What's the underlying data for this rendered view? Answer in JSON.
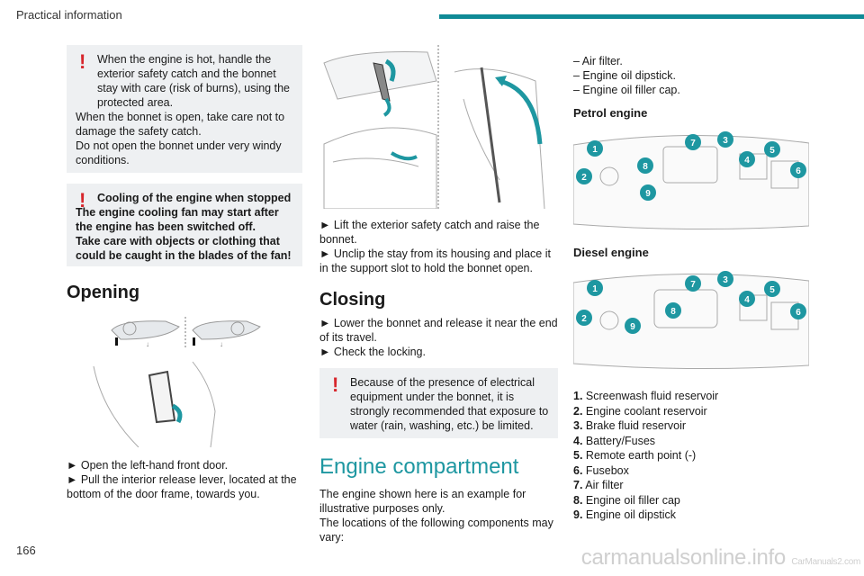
{
  "header": {
    "section": "Practical information"
  },
  "page": {
    "number": "166"
  },
  "warnings": {
    "hot_engine": [
      "When the engine is hot, handle the exterior safety catch and the bonnet stay with care (risk of burns), using the protected area.",
      "When the bonnet is open, take care not to damage the safety catch.",
      "Do not open the bonnet under very windy conditions."
    ],
    "cooling": [
      "Cooling of the engine when stopped",
      "The engine cooling fan may start after the engine has been switched off.",
      "Take care with objects or clothing that could be caught in the blades of the fan!"
    ],
    "water": [
      "Because of the presence of electrical equipment under the bonnet, it is strongly recommended that exposure to water (rain, washing, etc.) be limited."
    ]
  },
  "opening": {
    "title": "Opening",
    "steps": [
      "► Open the left-hand front door.",
      "► Pull the interior release lever, located at the bottom of the door frame, towards you."
    ],
    "bonnet_steps": [
      "► Lift the exterior safety catch and raise the bonnet.",
      "► Unclip the stay from its housing and place it in the support slot to hold the bonnet open."
    ]
  },
  "closing": {
    "title": "Closing",
    "steps": [
      "► Lower the bonnet and release it near the end of its travel.",
      "► Check the locking."
    ]
  },
  "engine": {
    "title": "Engine compartment",
    "intro": [
      "The engine shown here is an example for illustrative purposes only.",
      "The locations of the following components may vary:"
    ],
    "list": [
      "– Air filter.",
      "– Engine oil dipstick.",
      "– Engine oil filler cap."
    ],
    "petrol": "Petrol engine",
    "diesel": "Diesel engine",
    "legend": [
      {
        "n": "1.",
        "label": "Screenwash fluid reservoir"
      },
      {
        "n": "2.",
        "label": "Engine coolant reservoir"
      },
      {
        "n": "3.",
        "label": "Brake fluid reservoir"
      },
      {
        "n": "4.",
        "label": "Battery/Fuses"
      },
      {
        "n": "5.",
        "label": "Remote earth point (-)"
      },
      {
        "n": "6.",
        "label": "Fusebox"
      },
      {
        "n": "7.",
        "label": "Air filter"
      },
      {
        "n": "8.",
        "label": "Engine oil filler cap"
      },
      {
        "n": "9.",
        "label": "Engine oil dipstick"
      }
    ],
    "callouts": [
      "1",
      "2",
      "3",
      "4",
      "5",
      "6",
      "7",
      "8",
      "9"
    ]
  },
  "watermark": {
    "main": "carmanualsonline.info",
    "small": "CarManuals2.com"
  },
  "colors": {
    "accent": "#1e97a1",
    "warning": "#d7262c",
    "panel": "#eef0f2"
  }
}
